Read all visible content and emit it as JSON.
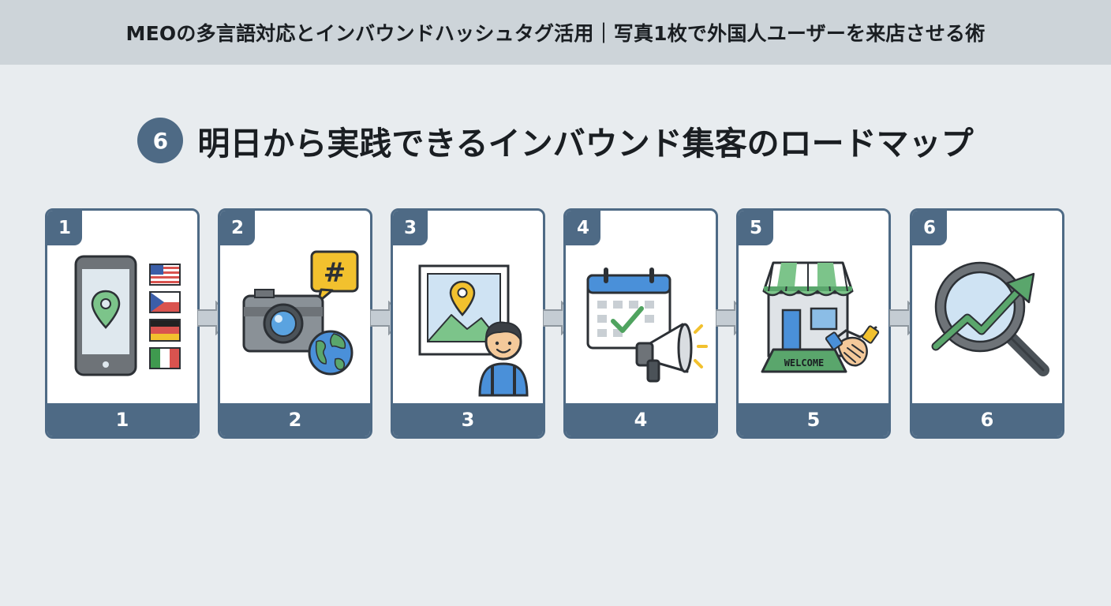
{
  "header": {
    "title": "MEOの多言語対応とインバウンドハッシュタグ活用｜写真1枚で外国人ユーザーを来店させる術"
  },
  "section": {
    "number": "6",
    "title": "明日から実践できるインバウンド集客のロードマップ"
  },
  "steps": [
    {
      "number": "1",
      "label": "1",
      "icon": "smartphone-map-pin-flags-icon"
    },
    {
      "number": "2",
      "label": "2",
      "icon": "camera-hashtag-globe-icon"
    },
    {
      "number": "3",
      "label": "3",
      "icon": "photo-location-person-icon"
    },
    {
      "number": "4",
      "label": "4",
      "icon": "calendar-megaphone-icon"
    },
    {
      "number": "5",
      "label": "5",
      "icon": "storefront-welcome-handshake-icon"
    },
    {
      "number": "6",
      "label": "6",
      "icon": "magnifier-growth-chart-icon"
    }
  ],
  "icon_texts": {
    "hashtag": "#",
    "welcome": "WELCOME"
  },
  "colors": {
    "accent": "#4e6a85",
    "green": "#5aa66c",
    "background": "#e8ecef",
    "header_bg": "#cdd4d9",
    "arrow": "#c4ccd3"
  }
}
